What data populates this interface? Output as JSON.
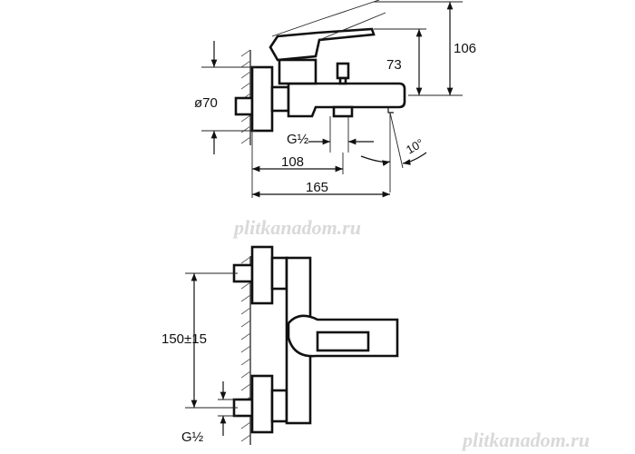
{
  "dimensions": {
    "overall_height": "106",
    "spout_height": "73",
    "escutcheon_diameter": "ø70",
    "thread_top": "G½",
    "spout_angle": "10°",
    "inlet_to_outlet": "108",
    "total_depth": "165",
    "center_distance": "150±15",
    "thread_bottom": "G½"
  },
  "watermarks": {
    "middle": "plitkanadom.ru",
    "bottom_right": "plitkanadom.ru"
  },
  "colors": {
    "line": "#111111",
    "watermark": "#d9d9d9"
  }
}
